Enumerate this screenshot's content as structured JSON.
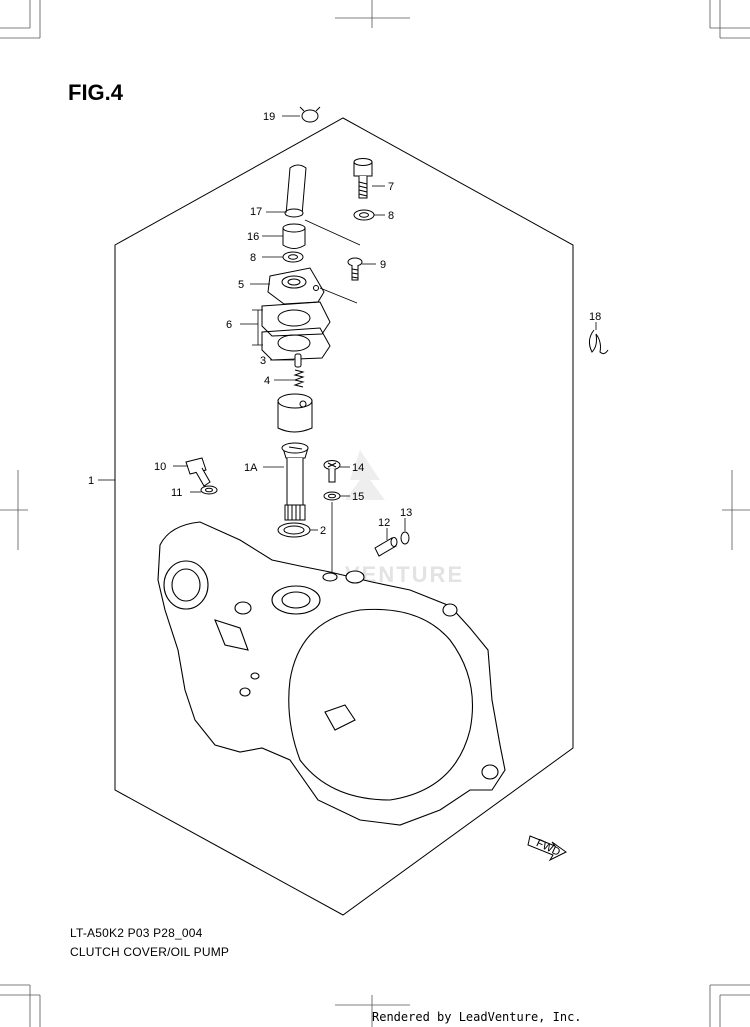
{
  "figure": {
    "title": "FIG.4",
    "model_code": "LT-A50K2 P03 P28_004",
    "caption": "CLUTCH COVER/OIL PUMP"
  },
  "footer": {
    "rendered_by": "Rendered by LeadVenture, Inc."
  },
  "watermark": {
    "text": "VENTURE"
  },
  "callouts": [
    "19",
    "7",
    "8",
    "17",
    "16",
    "8",
    "9",
    "5",
    "6",
    "3",
    "4",
    "1",
    "1A",
    "10",
    "11",
    "14",
    "15",
    "2",
    "12",
    "13",
    "18"
  ],
  "arrow_label": "FWD"
}
